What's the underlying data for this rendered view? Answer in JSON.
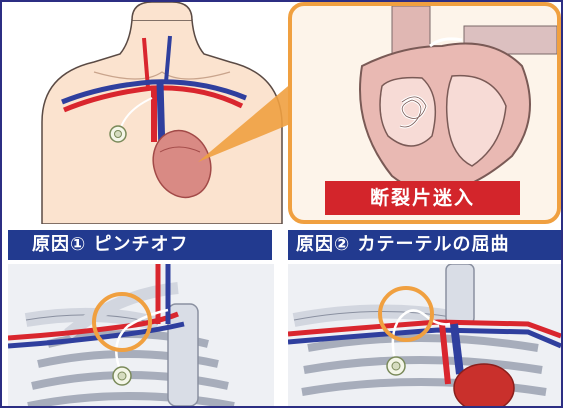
{
  "top": {
    "callout_label": "断裂片迷入"
  },
  "captions": {
    "cause1": "原因① ピンチオフ",
    "cause2": "原因② カテーテルの屈曲"
  },
  "colors": {
    "frame": "#2c2e83",
    "caption_bar": "#223a8f",
    "callout_label_bg": "#d3252b",
    "highlight_circle": "#f0a040",
    "artery": "#d9262e",
    "vein": "#2f3f9e",
    "skin": "#fbe3cf"
  },
  "icons": {
    "port": "implanted-port",
    "heart": "heart-detail"
  }
}
